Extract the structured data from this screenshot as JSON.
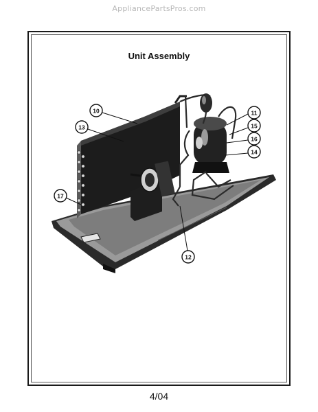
{
  "watermark": "AppliancePartsPros.com",
  "title": "Unit Assembly",
  "callouts": [
    {
      "id": "c10",
      "label": "10"
    },
    {
      "id": "c13",
      "label": "13"
    },
    {
      "id": "c11",
      "label": "11"
    },
    {
      "id": "c15",
      "label": "15"
    },
    {
      "id": "c16",
      "label": "16"
    },
    {
      "id": "c14",
      "label": "14"
    },
    {
      "id": "c17",
      "label": "17"
    },
    {
      "id": "c12",
      "label": "12"
    }
  ],
  "footer": "4/04"
}
